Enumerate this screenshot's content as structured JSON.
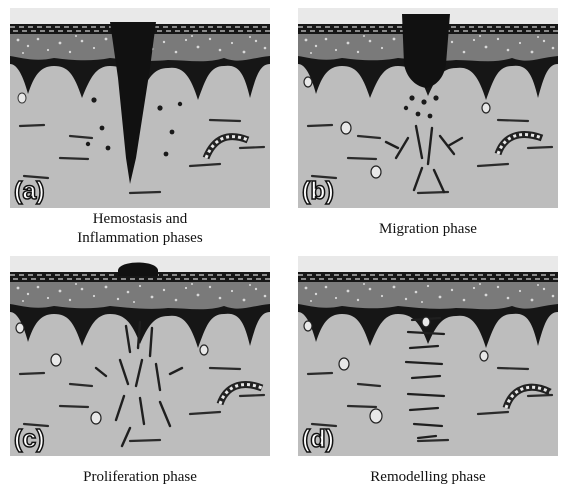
{
  "panels": [
    {
      "letter": "(a)",
      "caption_line1": "Hemostasis and",
      "caption_line2": "Inflammation phases"
    },
    {
      "letter": "(b)",
      "caption_line1": "Migration phase"
    },
    {
      "letter": "(c)",
      "caption_line1": "Proliferation phase"
    },
    {
      "letter": "(d)",
      "caption_line1": "Remodelling phase"
    }
  ]
}
